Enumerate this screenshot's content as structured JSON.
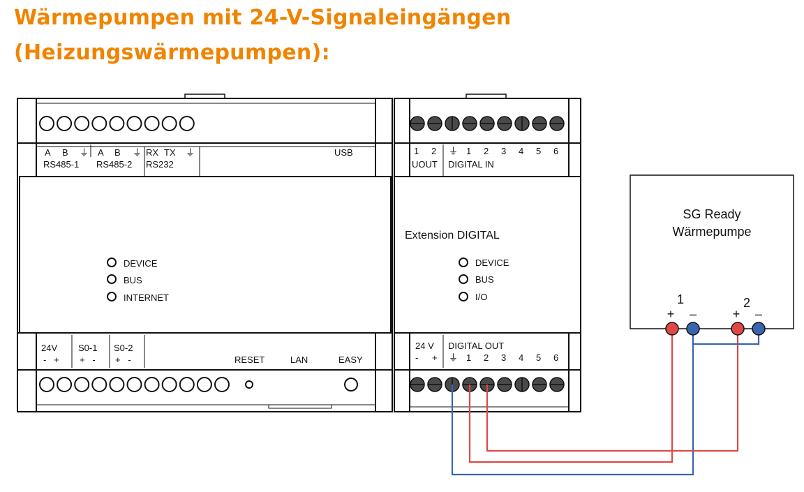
{
  "title": {
    "line1": "Wärmepumpen mit 24-V-Signaleingängen",
    "line2": "(Heizungswärmepumpen):"
  },
  "main_device": {
    "top_labels": [
      "A",
      "B",
      "⏚",
      "A",
      "B",
      "⏚",
      "RX",
      "TX",
      "⏚"
    ],
    "rs485_1": "RS485-1",
    "rs485_2": "RS485-2",
    "rs232": "RS232",
    "usb": "USB",
    "leds": [
      "DEVICE",
      "BUS",
      "INTERNET"
    ],
    "v24": "24V",
    "v24_pol": "-   +",
    "s0_1": "S0-1",
    "s0_1_pol": "+   -",
    "s0_2": "S0-2",
    "s0_2_pol": "+   -",
    "reset": "RESET",
    "lan": "LAN",
    "easy": "EASY"
  },
  "extension": {
    "name": "Extension DIGITAL",
    "top_numbers": [
      "1",
      "2",
      "⏚",
      "1",
      "2",
      "3",
      "4",
      "5",
      "6"
    ],
    "uout": "UOUT",
    "digital_in": "DIGITAL IN",
    "leds": [
      "DEVICE",
      "BUS",
      "I/O"
    ],
    "v24": "24 V",
    "v24_pol": [
      "-",
      "+"
    ],
    "digital_out": "DIGITAL OUT",
    "bottom_numbers": [
      "⏚",
      "1",
      "2",
      "3",
      "4",
      "5",
      "6"
    ]
  },
  "heat_pump": {
    "line1": "SG Ready",
    "line2": "Wärmepumpe",
    "input1": "1",
    "input2": "2",
    "plus": "+",
    "minus": "–"
  },
  "colors": {
    "title": "#f08400",
    "wire_red": "#e04848",
    "wire_blue": "#3a64b0",
    "terminal_dark": "#4a4a4a"
  }
}
